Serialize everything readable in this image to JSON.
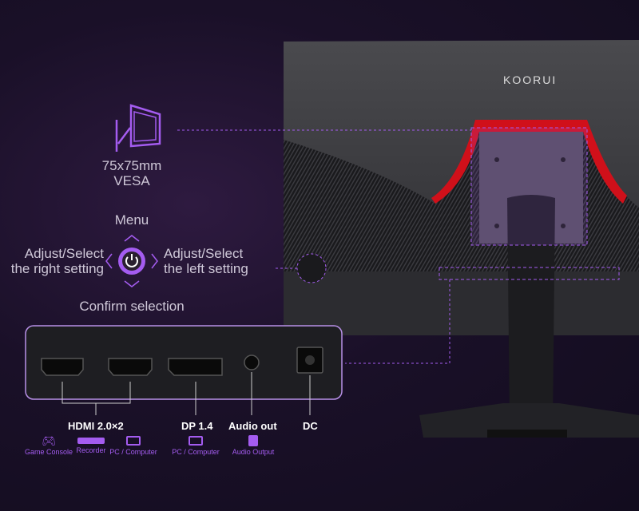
{
  "brand": "KOORUI",
  "vesa": {
    "size": "75x75mm",
    "label": "VESA"
  },
  "joystick": {
    "up": "Menu",
    "left": "Adjust/Select the right setting",
    "left_lines": [
      "Adjust/Select",
      "the right setting"
    ],
    "right_lines": [
      "Adjust/Select",
      "the left setting"
    ],
    "down": "Confirm selection"
  },
  "ports": [
    {
      "label": "HDMI 2.0×2"
    },
    {
      "label": "DP 1.4"
    },
    {
      "label": "Audio out"
    },
    {
      "label": "DC"
    }
  ],
  "devices": [
    {
      "icon": "gamepad-icon",
      "label": "Game Console"
    },
    {
      "icon": "recorder-icon",
      "label": "Recorder"
    },
    {
      "icon": "monitor-icon",
      "label": "PC / Computer"
    },
    {
      "icon": "monitor-icon",
      "label": "PC / Computer"
    },
    {
      "icon": "speaker-icon",
      "label": "Audio Output"
    }
  ],
  "colors": {
    "accent": "#a45cf0",
    "red": "#d0101a"
  }
}
